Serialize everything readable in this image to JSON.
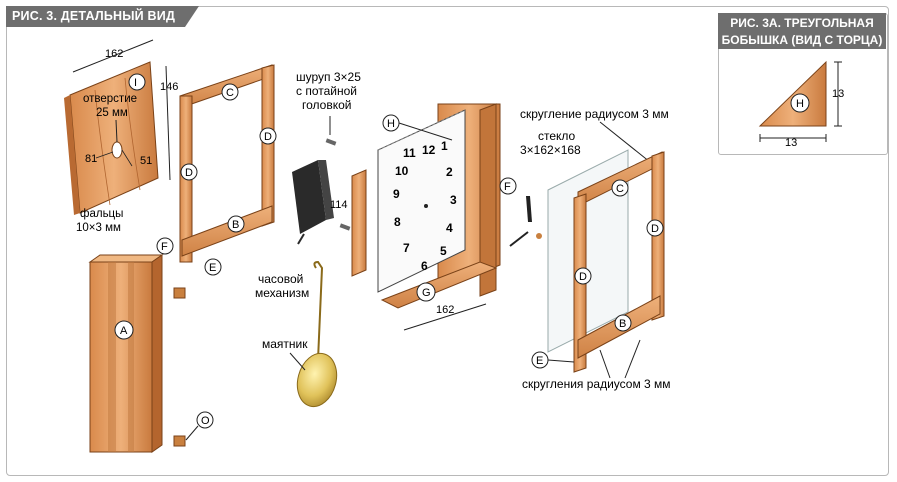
{
  "figure": {
    "title": "РИС. 3. ДЕТАЛЬНЫЙ ВИД",
    "inset_title_line1": "РИС. 3А. ТРЕУГОЛЬНАЯ",
    "inset_title_line2": "БОБЫШКА (ВИД С ТОРЦА)"
  },
  "labels": {
    "back_panel_width": "162",
    "back_panel_height": "146",
    "hole_line1": "отверстие",
    "hole_line2": "25 мм",
    "hole_dim_left": "81",
    "hole_dim_right": "51",
    "rabbet_line1": "фальцы",
    "rabbet_line2": "10×3 мм",
    "screw_line1": "шуруп 3×25",
    "screw_line2": "с потайной",
    "screw_line3": "головкой",
    "movement_line1": "часовой",
    "movement_line2": "механизм",
    "pendulum": "маятник",
    "dim_114": "114",
    "dim_162_bottom": "162",
    "rounding_top": "скругление радиусом 3 мм",
    "glass_line1": "стекло",
    "glass_line2": "3×162×168",
    "rounding_bottom": "скругления радиусом 3 мм",
    "inset_dim_h": "13",
    "inset_dim_v": "13"
  },
  "parts": {
    "A": "A",
    "B": "B",
    "C": "C",
    "D": "D",
    "E": "E",
    "F": "F",
    "G": "G",
    "H": "H",
    "I": "I",
    "O": "O"
  },
  "dial_numbers": [
    "12",
    "1",
    "2",
    "3",
    "4",
    "5",
    "6",
    "7",
    "8",
    "9",
    "10",
    "11"
  ],
  "colors": {
    "wood_light": "#e9a86a",
    "wood_mid": "#d4874a",
    "wood_dark": "#b4652e",
    "header_gray": "#6e6e6e",
    "line": "#222222",
    "brass": "#d8b84a"
  }
}
